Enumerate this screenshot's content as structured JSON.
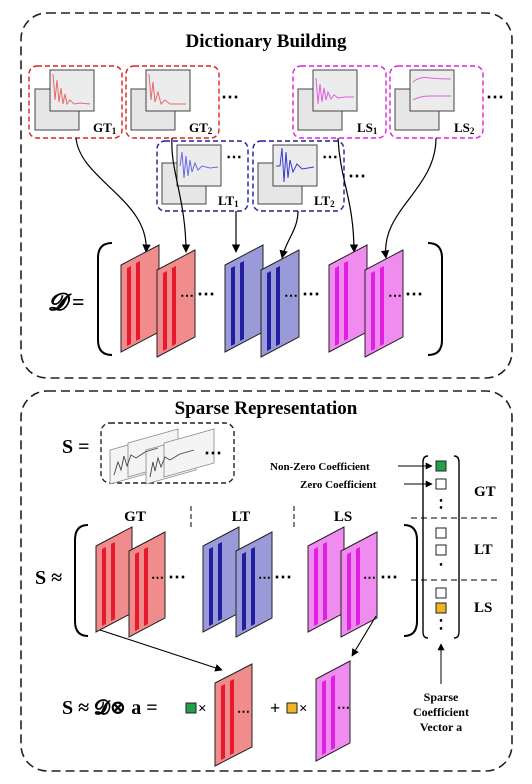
{
  "panels": {
    "dictionary_building": {
      "title": "Dictionary Building",
      "groups": [
        {
          "label": "GT",
          "sub": "1"
        },
        {
          "label": "GT",
          "sub": "2"
        },
        {
          "label": "LT",
          "sub": "1"
        },
        {
          "label": "LT",
          "sub": "2"
        },
        {
          "label": "LS",
          "sub": "1"
        },
        {
          "label": "LS",
          "sub": "2"
        }
      ],
      "dictionary_symbol": "𝓓",
      "equals": "=",
      "ellipsis": "⋯"
    },
    "sparse_representation": {
      "title": "Sparse Representation",
      "s_equals": "S =",
      "s_approx": "S ≈",
      "column_labels": [
        "GT",
        "LT",
        "LS"
      ],
      "annotations": {
        "non_zero": "Non-Zero Coefficient",
        "zero": "Zero Coefficient"
      },
      "vector_labels": [
        "GT",
        "LT",
        "LS"
      ],
      "vector_caption": [
        "Sparse",
        "Coefficient",
        "Vector a"
      ],
      "equation": {
        "lhs": "S ≈ 𝓓⊗ a =",
        "times": "×",
        "plus": "+"
      }
    }
  },
  "colors": {
    "gt": "#f08c8c",
    "gt_bar": "#e8192c",
    "lt": "#9a9ad8",
    "lt_bar": "#1f1fa0",
    "ls": "#f08cf0",
    "ls_bar": "#e020e0",
    "nonzero": "#21a24a",
    "highlight": "#f0b323"
  }
}
